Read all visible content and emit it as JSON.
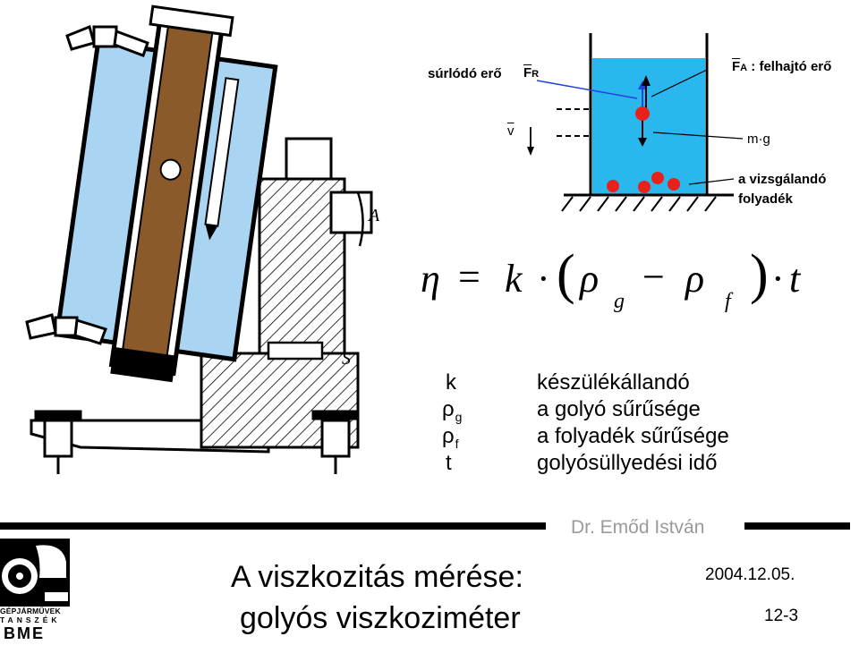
{
  "settling": {
    "friction_label": "súrlódó erő",
    "friction_symbol": "F",
    "friction_sub": "R",
    "buoyancy_symbol": "F",
    "buoyancy_sub": "A",
    "buoyancy_label": ": felhajtó erő",
    "velocity_symbol": "v",
    "weight_label": "m·g",
    "liquid_label_1": "a vizsgálandó",
    "liquid_label_2": "folyadék"
  },
  "apparatus": {
    "label_A": "A",
    "label_S": "S"
  },
  "formula": {
    "eta": "η",
    "equals": "=",
    "k": "k",
    "dot": "·",
    "lparen": "(",
    "rho1": "ρ",
    "g": "g",
    "minus": "−",
    "rho2": "ρ",
    "f": "f",
    "rparen": ")",
    "dot2": "·",
    "t": "t"
  },
  "legend": [
    {
      "symbol": "k",
      "sub": "",
      "text": "készülékállandó"
    },
    {
      "symbol": "ρ",
      "sub": "g",
      "text": "a golyó sűrűsége"
    },
    {
      "symbol": "ρ",
      "sub": "f",
      "text": "a folyadék sűrűsége"
    },
    {
      "symbol": "t",
      "sub": "",
      "text": "golyósüllyedési idő"
    }
  ],
  "footer": {
    "author": "Dr. Emőd István",
    "title_line1": "A viszkozitás mérése:",
    "title_line2": "golyós viszkoziméter",
    "date": "2004.12.05.",
    "page": "12-3",
    "logo_line1": "GÉPJÁRMŰVEK",
    "logo_line2": "TANSZÉK",
    "logo_line3": "BME"
  },
  "colors": {
    "water": "#2ab7ee",
    "apparatus_water": "#a9d5f2",
    "tube": "#8a5a2b",
    "ball": "#e8221a",
    "author_gray": "#9a9a9a"
  }
}
